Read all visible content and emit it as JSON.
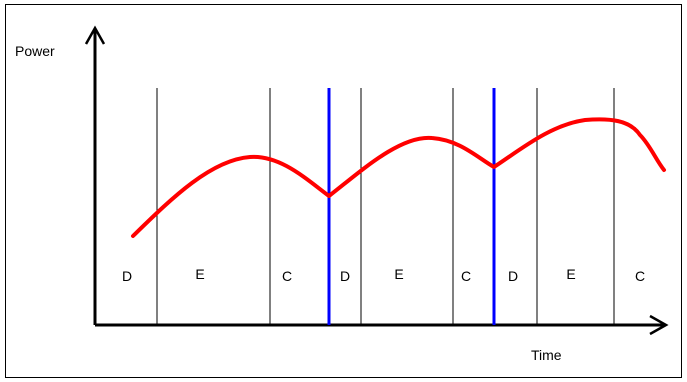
{
  "diagram": {
    "y_axis_label": "Power",
    "x_axis_label": "Time",
    "curve_color": "#ff0000",
    "cycle_line_color": "#0000ff",
    "phase_line_color": "#000000",
    "segments": [
      "D",
      "E",
      "C",
      "D",
      "E",
      "C",
      "D",
      "E",
      "C"
    ]
  }
}
